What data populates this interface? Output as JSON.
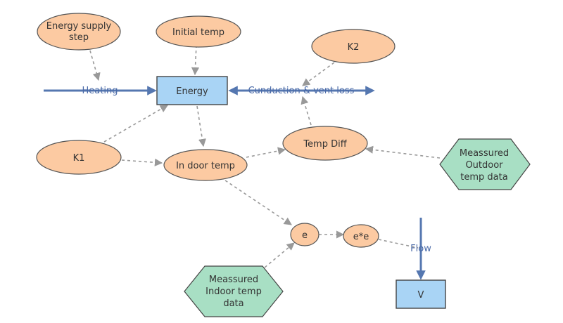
{
  "nodes": {
    "energy_supply_step": {
      "lines": [
        "Energy supply",
        "step"
      ]
    },
    "initial_temp": {
      "lines": [
        "Initial temp"
      ]
    },
    "k2": {
      "lines": [
        "K2"
      ]
    },
    "energy": {
      "lines": [
        "Energy"
      ]
    },
    "k1": {
      "lines": [
        "K1"
      ]
    },
    "in_door_temp": {
      "lines": [
        "In door temp"
      ]
    },
    "temp_diff": {
      "lines": [
        "Temp Diff"
      ]
    },
    "measured_outdoor": {
      "lines": [
        "Meassured",
        "Outdoor",
        "temp data"
      ]
    },
    "e": {
      "lines": [
        "e"
      ]
    },
    "e_times_e": {
      "lines": [
        "e*e"
      ]
    },
    "measured_indoor": {
      "lines": [
        "Meassured",
        "Indoor temp",
        "data"
      ]
    },
    "v": {
      "lines": [
        "V"
      ]
    }
  },
  "flows": {
    "heating": "Heating",
    "conduction": "Cunduction & vent loss",
    "flow": "Flow"
  },
  "colors": {
    "auxiliary_fill": "#fccaa2",
    "stock_fill": "#a9d4f5",
    "data_fill": "#a8dfc4",
    "flow_arrow": "#5577b0",
    "link_arrow": "#999999"
  }
}
